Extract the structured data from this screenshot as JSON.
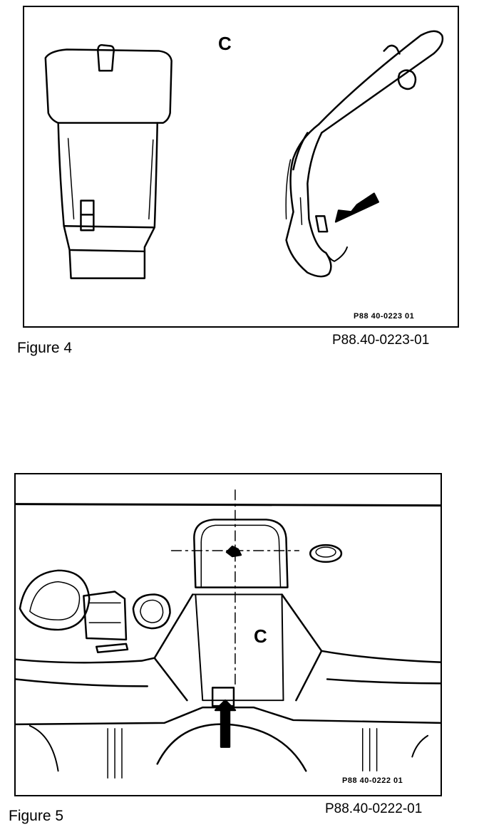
{
  "figure4": {
    "caption": "Figure 4",
    "reference": "P88.40-0223-01",
    "inner_reference": "P88 40-0223 01",
    "part_letter": "C"
  },
  "figure5": {
    "caption": "Figure 5",
    "reference": "P88.40-0222-01",
    "inner_reference": "P88 40-0222 01",
    "part_letter": "C"
  }
}
